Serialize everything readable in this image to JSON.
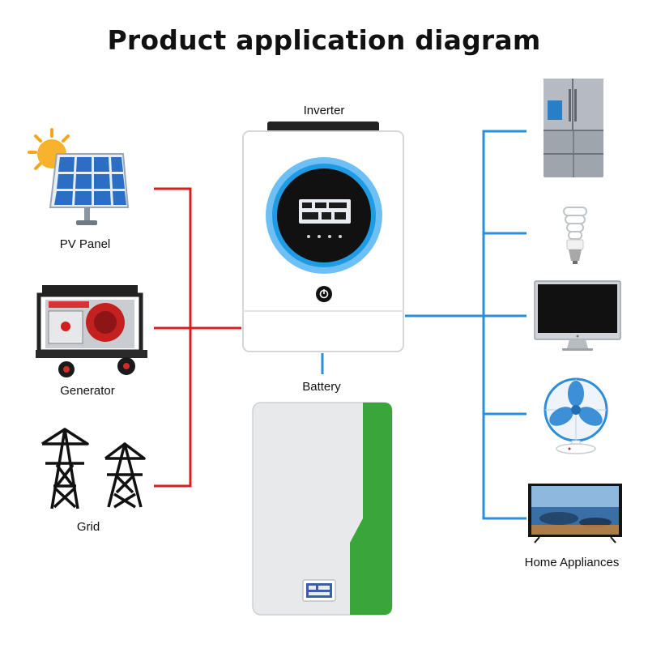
{
  "title": "Product application diagram",
  "labels": {
    "inverter": "Inverter",
    "battery": "Battery",
    "pv_panel": "PV Panel",
    "generator": "Generator",
    "grid": "Grid",
    "home_appliances": "Home Appliances"
  },
  "colors": {
    "input_lines": "#d81f1f",
    "output_lines": "#2a8fd8",
    "inverter_ring": "#2a8fd8",
    "battery_stripe": "#3aa53a"
  },
  "icons": {
    "sources": [
      "solar-panel-icon",
      "generator-icon",
      "power-tower-icon"
    ],
    "appliances": [
      "refrigerator-icon",
      "light-bulb-icon",
      "monitor-icon",
      "fan-icon",
      "television-icon"
    ]
  }
}
